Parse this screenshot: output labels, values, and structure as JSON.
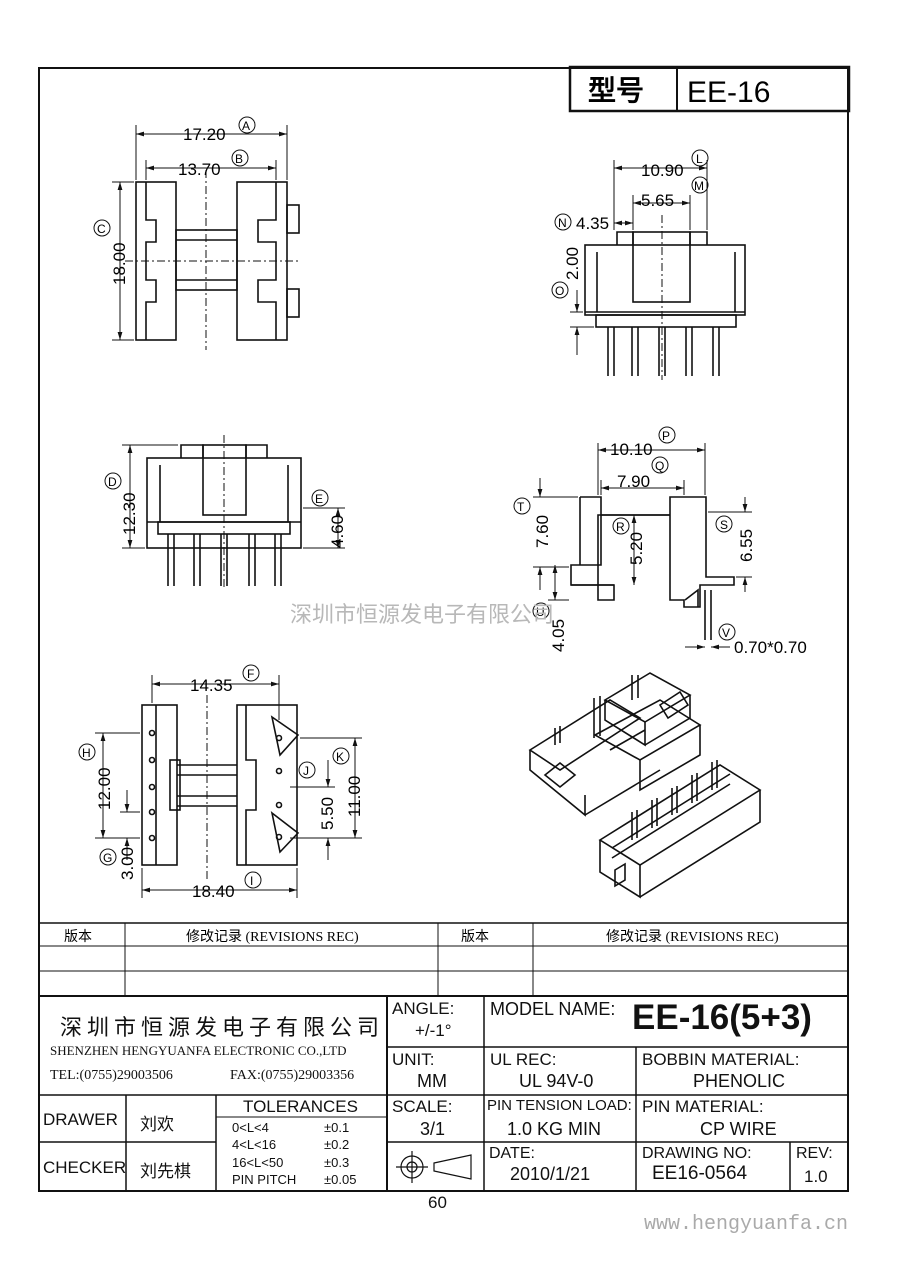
{
  "model_label": "型号",
  "model_code": "EE-16",
  "dims": {
    "a": "17.20",
    "b": "13.70",
    "c": "18.00",
    "l": "10.90",
    "m": "5.65",
    "n": "4.35",
    "o": "2.00",
    "d": "12.30",
    "e": "4.60",
    "p": "10.10",
    "q": "7.90",
    "t": "7.60",
    "r": "5.20",
    "s": "6.55",
    "u": "4.05",
    "v": "0.70*0.70",
    "f": "14.35",
    "h": "12.00",
    "j": "5.50",
    "k": "11.00",
    "g": "3.00",
    "i": "18.40"
  },
  "markers": {
    "a": "A",
    "b": "B",
    "c": "C",
    "d": "D",
    "e": "E",
    "f": "F",
    "g": "G",
    "h": "H",
    "i": "I",
    "j": "J",
    "k": "K",
    "l": "L",
    "m": "M",
    "n": "N",
    "o": "O",
    "p": "P",
    "q": "Q",
    "r": "R",
    "s": "S",
    "t": "T",
    "u": "U",
    "v": "V"
  },
  "watermark": "深圳市恒源发电子有限公司",
  "revisions": {
    "version": "版本",
    "record": "修改记录 (REVISIONS REC)"
  },
  "company": {
    "name_cn": "深圳市恒源发电子有限公司",
    "name_en": "SHENZHEN HENGYUANFA ELECTRONIC CO.,LTD",
    "tel": "TEL:(0755)29003506",
    "fax": "FAX:(0755)29003356"
  },
  "angle": {
    "label": "ANGLE:",
    "value": "+/-1°"
  },
  "model_name": {
    "label": "MODEL NAME:",
    "value": "EE-16(5+3)"
  },
  "unit": {
    "label": "UNIT:",
    "value": "MM"
  },
  "ul_rec": {
    "label": "UL REC:",
    "value": "UL 94V-0"
  },
  "bobbin_material": {
    "label": "BOBBIN MATERIAL:",
    "value": "PHENOLIC"
  },
  "drawer": {
    "label": "DRAWER",
    "value": "刘欢"
  },
  "checker": {
    "label": "CHECKER",
    "value": "刘先棋"
  },
  "tolerances": {
    "title": "TOLERANCES",
    "rows": [
      {
        "range": "0<L<4",
        "tol": "±0.1"
      },
      {
        "range": "4<L<16",
        "tol": "±0.2"
      },
      {
        "range": "16<L<50",
        "tol": "±0.3"
      },
      {
        "range": "PIN PITCH",
        "tol": "±0.05"
      }
    ]
  },
  "scale": {
    "label": "SCALE:",
    "value": "3/1"
  },
  "pin_tension": {
    "label": "PIN TENSION LOAD:",
    "value": "1.0 KG MIN"
  },
  "pin_material": {
    "label": "PIN MATERIAL:",
    "value": "CP WIRE"
  },
  "date": {
    "label": "DATE:",
    "value": "2010/1/21"
  },
  "drawing_no": {
    "label": "DRAWING NO:",
    "value": "EE16-0564"
  },
  "rev": {
    "label": "REV:",
    "value": "1.0"
  },
  "page_number": "60",
  "website": "www.hengyuanfa.cn"
}
